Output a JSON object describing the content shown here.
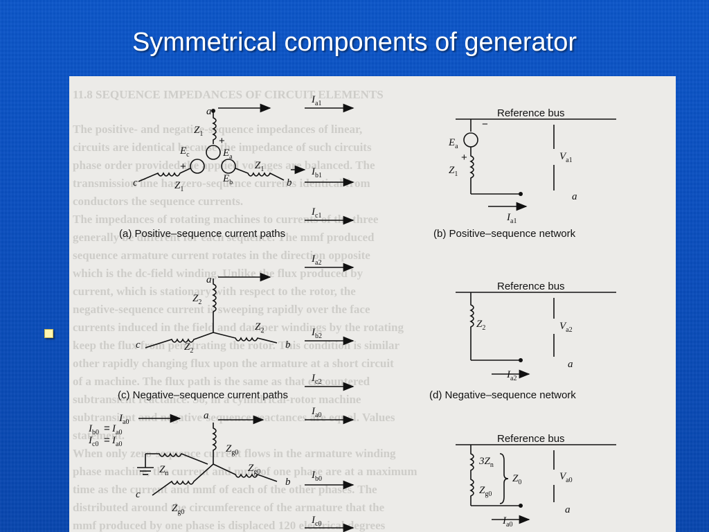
{
  "slide": {
    "title": "Symmetrical components of generator",
    "background_color": "#0a4fc0"
  },
  "figure": {
    "panels": {
      "a": {
        "caption": "(a) Positive–sequence current paths"
      },
      "b": {
        "caption": "(b) Positive–sequence network",
        "bus": "Reference bus"
      },
      "c": {
        "caption": "(c) Negative–sequence current paths"
      },
      "d": {
        "caption": "(d) Negative–sequence network",
        "bus": "Reference bus"
      },
      "e": {
        "bus": "Reference bus"
      }
    }
  }
}
